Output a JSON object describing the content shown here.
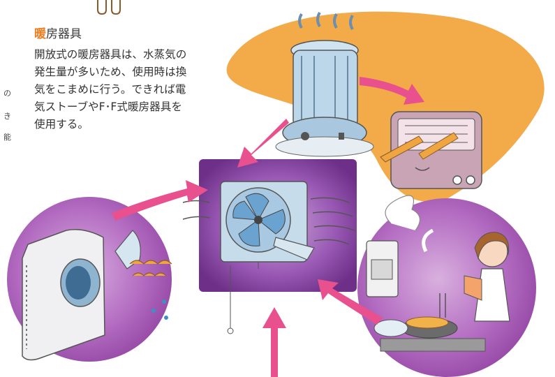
{
  "heading": {
    "accent_char": "暖",
    "rest": "房器具"
  },
  "body_lines": [
    "開放式の暖房器具は、水蒸気の",
    "発生量が多いため、使用時は換",
    "気をこまめに行う。できれば電",
    "気ストーブやF･F式暖房器具を",
    "使用する。"
  ],
  "edge_glyphs": [
    "の",
    "き",
    "能"
  ],
  "colors": {
    "purple": "#8a4aa6",
    "pink": "#e8508e",
    "orange_blob": "#f2a33a",
    "accent": "#ef7d1f"
  }
}
